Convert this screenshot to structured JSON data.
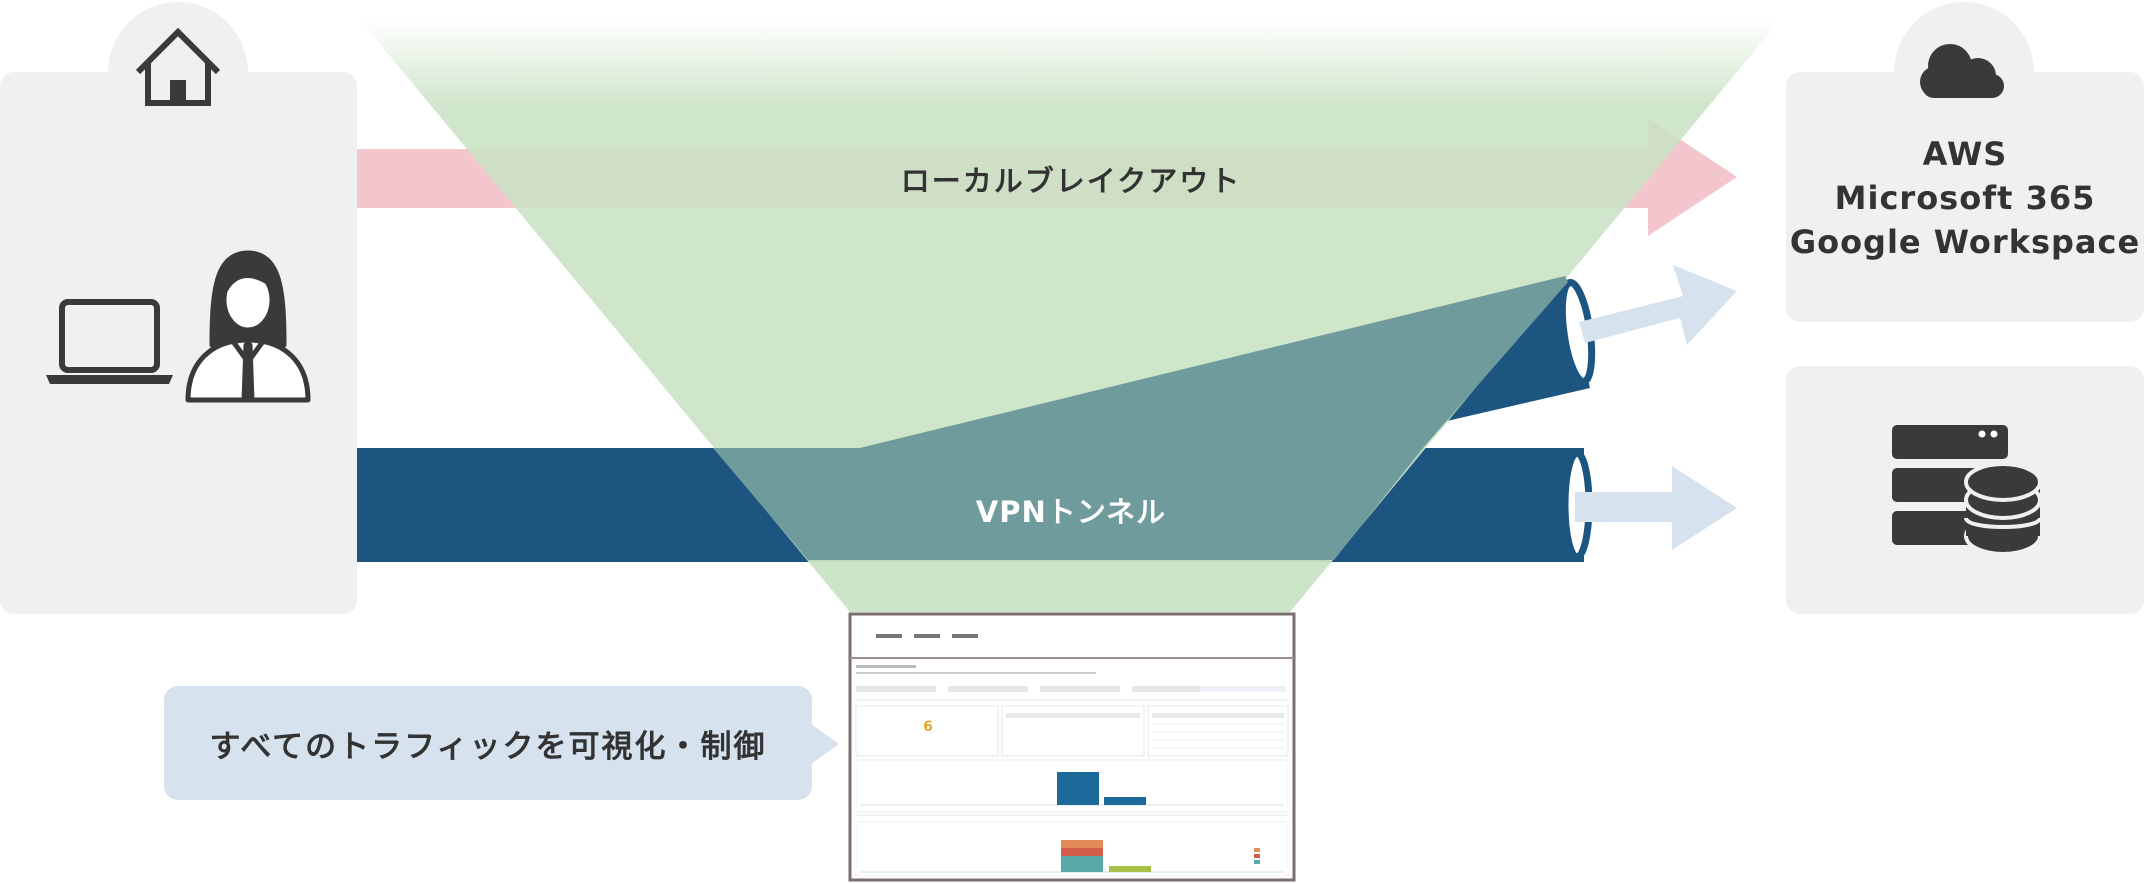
{
  "breakout": {
    "label": "ローカルブレイクアウト"
  },
  "vpn": {
    "label": "VPNトンネル"
  },
  "cloud_services": {
    "lines": [
      "AWS",
      "Microsoft 365",
      "Google Workspace"
    ]
  },
  "callout": {
    "text": "すべてのトラフィックを可視化・制御"
  },
  "dashboard": {
    "counter": "6"
  },
  "colors": {
    "breakout_pink": "#f3c5cc",
    "tunnel_blue": "#1b5580",
    "funnel_green": "#c9e3c4",
    "arrow_light": "#d6e3ee",
    "panel_gray": "#eff0f2",
    "icon_dark": "#3a3a3a"
  },
  "icons": [
    "home-icon",
    "laptop-icon",
    "user-icon",
    "cloud-icon",
    "server-database-icon"
  ]
}
